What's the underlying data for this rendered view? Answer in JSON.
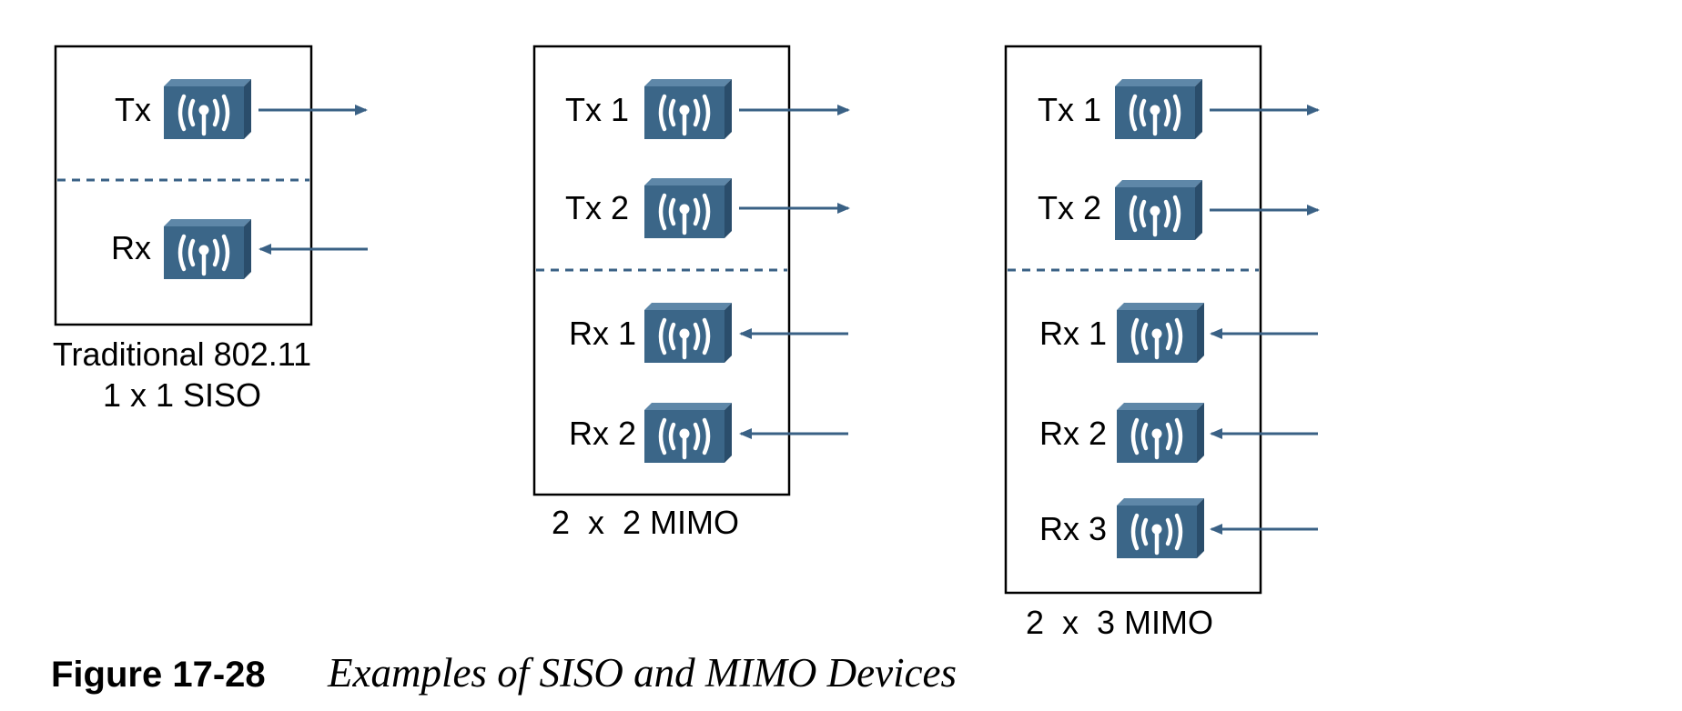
{
  "colors": {
    "device_front": "#3b6688",
    "device_top": "#5e87a8",
    "device_side": "#2a4d6b",
    "arrow": "#3a6185",
    "divider": "#3a6185",
    "box_stroke": "#000000"
  },
  "icons": {
    "device": "wireless-access-point-icon",
    "arrow_out": "arrow-right-icon",
    "arrow_in": "arrow-left-icon"
  },
  "panels": [
    {
      "caption_lines": [
        "Traditional 802.11",
        "1 x 1 SISO"
      ],
      "tx": [
        "Tx"
      ],
      "rx": [
        "Rx"
      ]
    },
    {
      "caption_lines": [
        "2  x  2 MIMO"
      ],
      "tx": [
        "Tx 1",
        "Tx 2"
      ],
      "rx": [
        "Rx 1",
        "Rx 2"
      ]
    },
    {
      "caption_lines": [
        "2  x  3 MIMO"
      ],
      "tx": [
        "Tx 1",
        "Tx 2"
      ],
      "rx": [
        "Rx 1",
        "Rx 2",
        "Rx 3"
      ]
    }
  ],
  "figure": {
    "number": "Figure 17-28",
    "title": "Examples of SISO and MIMO Devices"
  }
}
